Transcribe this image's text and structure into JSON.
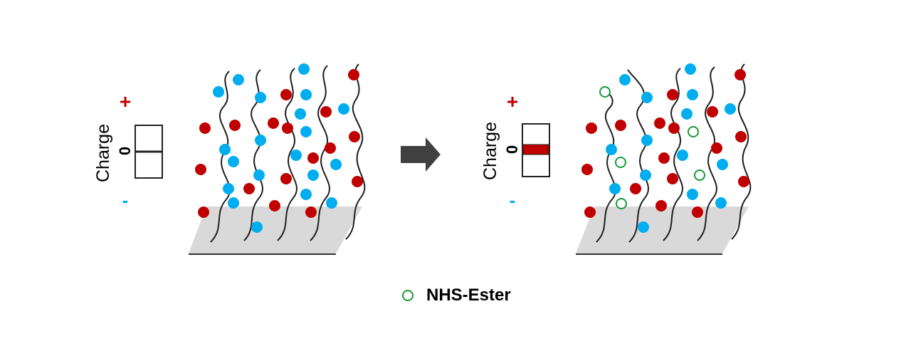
{
  "colors": {
    "positive": "#c00000",
    "negative": "#00aeef",
    "nhs_ester": "#1a9a3a",
    "substrate": "#d9d9d9",
    "arrow": "#404040"
  },
  "panels": [
    {
      "charge_label": "Charge",
      "zero_label": "0",
      "plus_label": "+",
      "minus_label": "-",
      "net_charge": "neutral",
      "legend_state": "line at zero"
    },
    {
      "charge_label": "Charge",
      "zero_label": "0",
      "plus_label": "+",
      "minus_label": "-",
      "net_charge": "slightly positive",
      "legend_state": "filled bar at zero"
    }
  ],
  "arrow": {
    "icon": "right-arrow-icon"
  },
  "legend": {
    "icon": "nhs-ester-circle-icon",
    "label": "NHS-Ester"
  }
}
